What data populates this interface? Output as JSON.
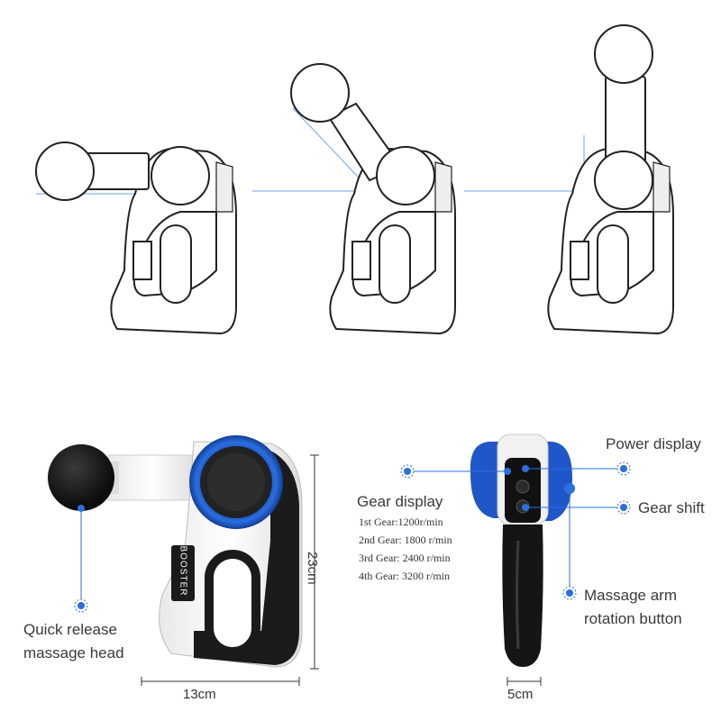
{
  "angles": [
    "0°",
    "45°",
    "90°"
  ],
  "left_product": {
    "brand": "BOOSTER",
    "label_line1": "Quick release",
    "label_line2": "massage head",
    "width_label": "13cm",
    "height_label": "23cm"
  },
  "right_product": {
    "power_display": "Power display",
    "gear_shift": "Gear shift",
    "rotation_line1": "Massage arm",
    "rotation_line2": "rotation button",
    "gear_display": "Gear display",
    "gears": [
      "1st Gear:1200r/min",
      "2nd Gear: 1800 r/min",
      "3rd Gear: 2400 r/min",
      "4th Gear: 3200 r/min"
    ],
    "thickness_label": "5cm"
  },
  "colors": {
    "accent": "#1f63d6",
    "dot": "#2b6fe0",
    "body_black": "#1b1b1b",
    "shell_white": "#f2f2f2"
  }
}
